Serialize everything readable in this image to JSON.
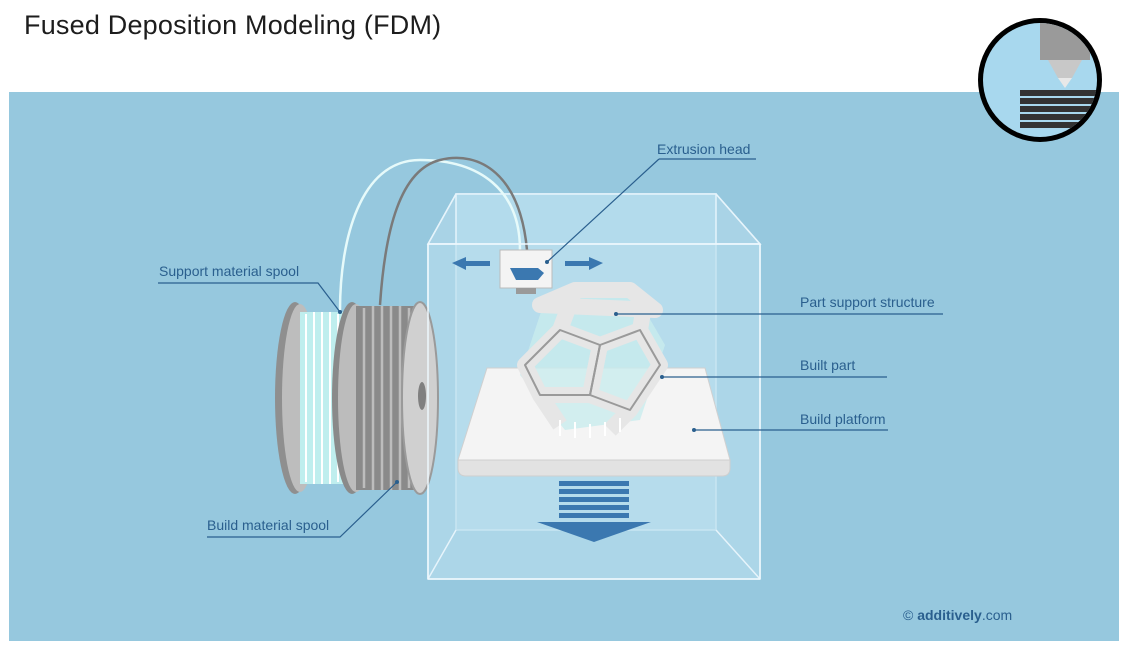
{
  "title": "Fused Deposition Modeling (FDM)",
  "labels": {
    "extrusion_head": "Extrusion head",
    "support_spool": "Support material spool",
    "part_support": "Part support structure",
    "built_part": "Built part",
    "build_platform": "Build platform",
    "build_spool": "Build material spool"
  },
  "credit": {
    "symbol": "©",
    "brand": "additively",
    "suffix": ".com"
  },
  "colors": {
    "background_panel": "#96c8de",
    "label_text": "#2a5f8e",
    "arrow": "#3b78b0",
    "support_filament": "#d8f4f4",
    "build_filament": "#8e8e8e"
  }
}
